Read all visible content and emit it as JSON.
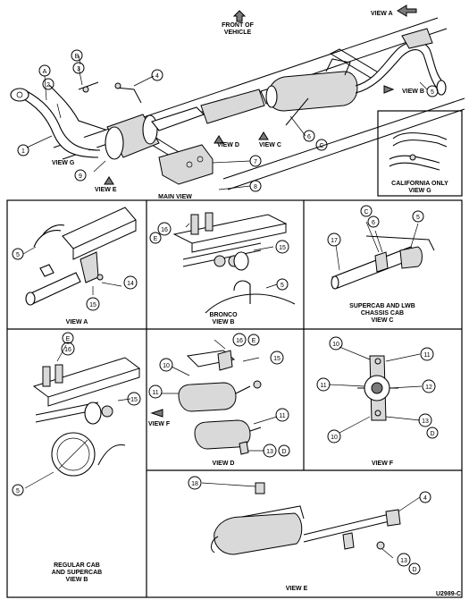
{
  "figure_id": "U2989-C",
  "main": {
    "front_of_vehicle": [
      "FRONT OF",
      "VEHICLE"
    ],
    "view_a_arrow": "VIEW A",
    "view_b_arrow": "VIEW B",
    "view_c_arrow": "VIEW C",
    "view_d_arrow": "VIEW D",
    "view_e_arrow": "VIEW E",
    "view_g_arrow": "VIEW G",
    "caption": "MAIN VIEW",
    "callouts": [
      "1",
      "2",
      "3",
      "4",
      "5",
      "6",
      "7",
      "8",
      "9",
      "A",
      "B",
      "C"
    ]
  },
  "inset_g": {
    "caption": [
      "CALIFORNIA ONLY",
      "VIEW G"
    ]
  },
  "panels": {
    "view_a": {
      "caption": [
        "VIEW A"
      ],
      "callouts": [
        "5",
        "14",
        "15"
      ]
    },
    "bronco_view_b": {
      "caption": [
        "BRONCO",
        "VIEW B"
      ],
      "callouts": [
        "16",
        "E",
        "15",
        "5"
      ]
    },
    "view_c": {
      "caption": [
        "SUPERCAB AND LWB",
        "CHASSIS CAB",
        "VIEW C"
      ],
      "callouts": [
        "C",
        "6",
        "5",
        "17"
      ]
    },
    "regular_view_b": {
      "caption": [
        "REGULAR CAB",
        "AND SUPERCAB",
        "VIEW B"
      ],
      "callouts": [
        "E",
        "16",
        "15",
        "5"
      ]
    },
    "view_d": {
      "caption": [
        "VIEW D"
      ],
      "view_f_arrow": "VIEW F",
      "callouts": [
        "16",
        "E",
        "15",
        "10",
        "11",
        "11",
        "13",
        "D"
      ]
    },
    "view_f": {
      "caption": [
        "VIEW F"
      ],
      "callouts": [
        "10",
        "11",
        "11",
        "12",
        "10",
        "13",
        "D"
      ]
    },
    "view_e": {
      "caption": [
        "VIEW E"
      ],
      "callouts": [
        "18",
        "4",
        "13",
        "D"
      ]
    }
  }
}
